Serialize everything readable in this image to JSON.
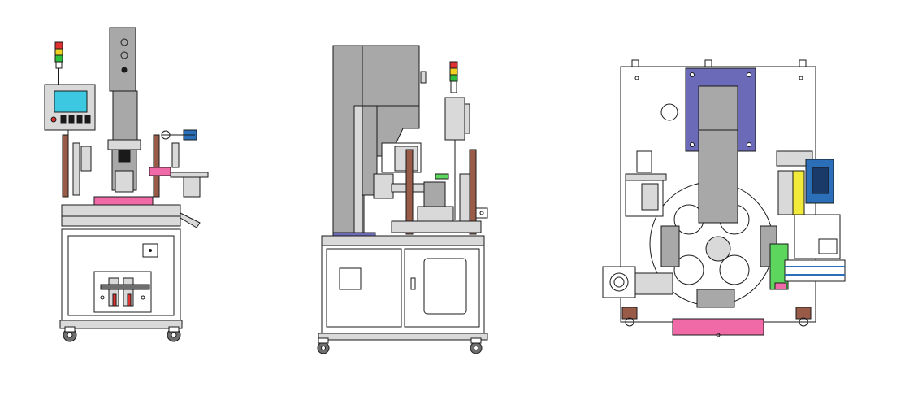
{
  "figure": {
    "views": [
      {
        "id": "front-view"
      },
      {
        "id": "side-view"
      },
      {
        "id": "top-view"
      }
    ]
  },
  "colors": {
    "line": "#1a1a1a",
    "body_gray": "#a8a8a8",
    "dark_gray": "#6e6e6e",
    "light_gray": "#d9d9d9",
    "screen": "#3cc8e0",
    "pink": "#f06aa8",
    "magenta": "#e0128a",
    "brown": "#9a5a48",
    "purple_plate": "#6a6ab8",
    "yellow": "#f2ea3a",
    "blue_motor": "#2a6fb8",
    "green_part": "#5cd65c",
    "lamp_red": "#e03030",
    "lamp_yellow": "#f0d020",
    "lamp_green": "#30c040"
  }
}
